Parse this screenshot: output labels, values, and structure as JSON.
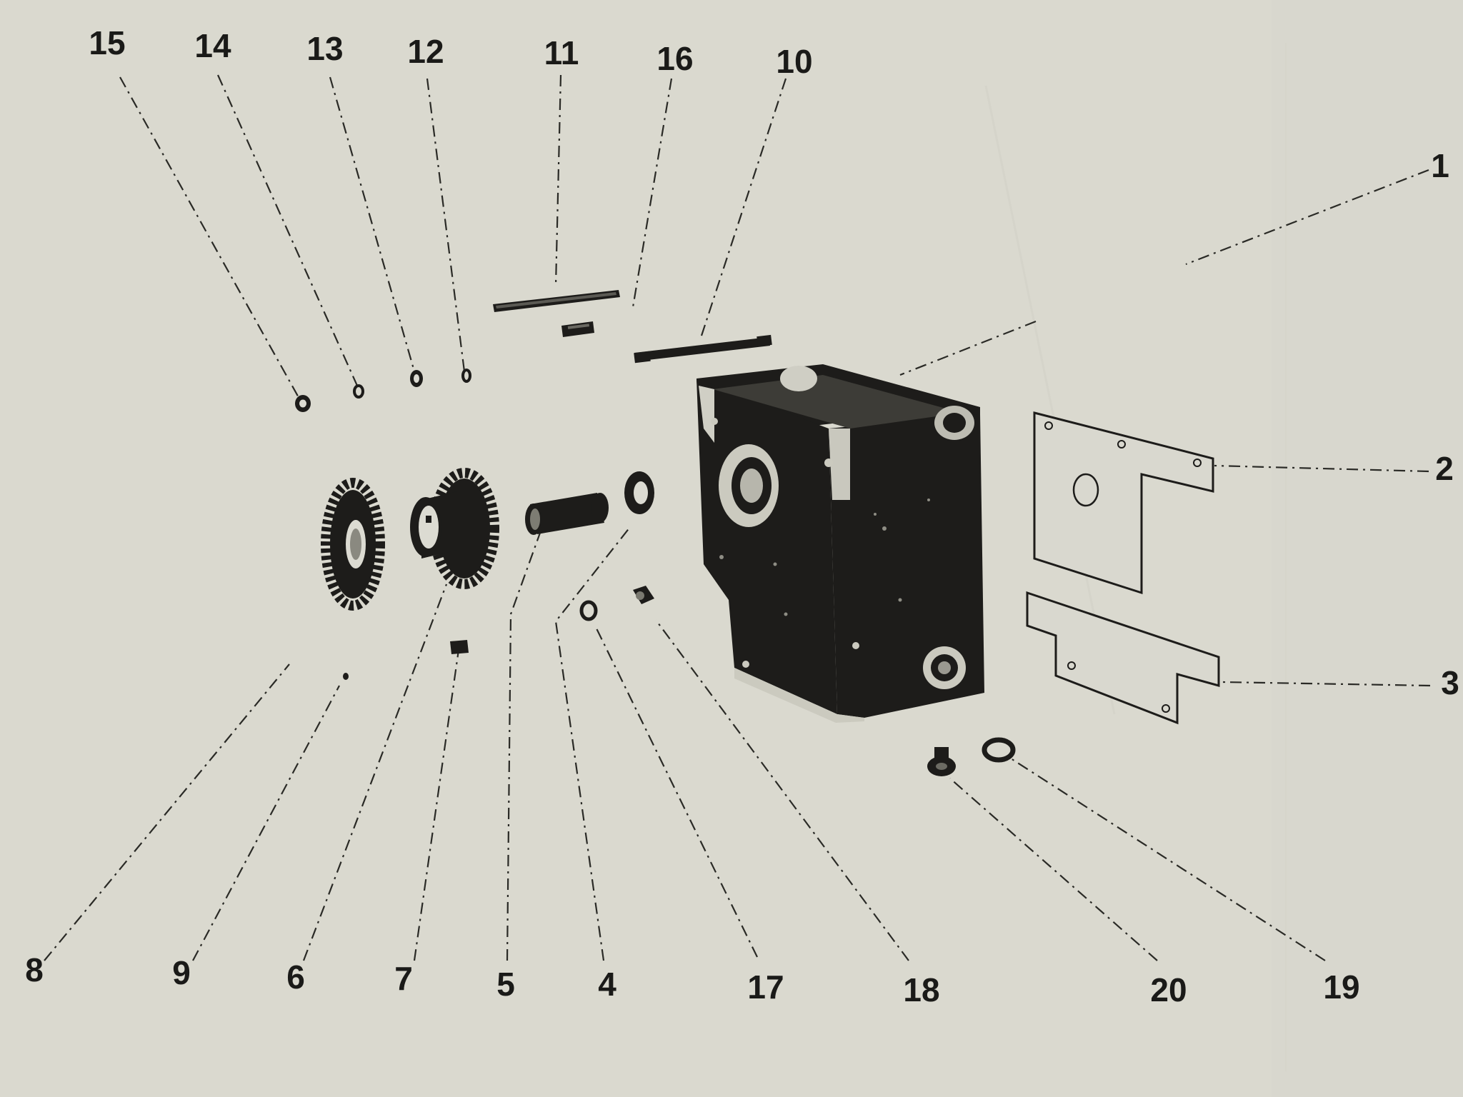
{
  "diagram": {
    "type": "exploded-parts-view",
    "callouts": [
      {
        "id": "1",
        "label": "1"
      },
      {
        "id": "2",
        "label": "2"
      },
      {
        "id": "3",
        "label": "3"
      },
      {
        "id": "4",
        "label": "4"
      },
      {
        "id": "5",
        "label": "5"
      },
      {
        "id": "6",
        "label": "6"
      },
      {
        "id": "7",
        "label": "7"
      },
      {
        "id": "8",
        "label": "8"
      },
      {
        "id": "9",
        "label": "9"
      },
      {
        "id": "10",
        "label": "10"
      },
      {
        "id": "11",
        "label": "11"
      },
      {
        "id": "12",
        "label": "12"
      },
      {
        "id": "13",
        "label": "13"
      },
      {
        "id": "14",
        "label": "14"
      },
      {
        "id": "15",
        "label": "15"
      },
      {
        "id": "16",
        "label": "16"
      },
      {
        "id": "17",
        "label": "17"
      },
      {
        "id": "18",
        "label": "18"
      },
      {
        "id": "19",
        "label": "19"
      },
      {
        "id": "20",
        "label": "20"
      }
    ]
  },
  "colors": {
    "paper": "#dcdbd2",
    "ink": "#1d1c1a"
  }
}
